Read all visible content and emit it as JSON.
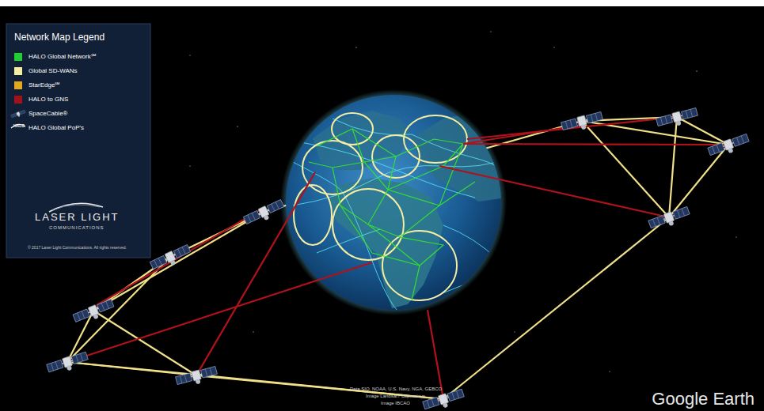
{
  "diagram": {
    "labels": [
      "Network Map Legend",
      "HALO",
      "LASER LIGHT",
      "COMMUNICATIONS",
      "© 2017 Laser Light Communications. All rights reserved.",
      "Data SIO, NOAA, U.S. Navy, NGA, GEBCO",
      "Image Landsat / Copernicus",
      "Image IBCAO",
      "Google Earth"
    ],
    "legend": [
      {
        "text": "HALO Global Network℠",
        "color": "#22cc33"
      },
      {
        "text": "Global SD-WANs",
        "color": "#f3eea2"
      },
      {
        "text": "StarEdge℠",
        "color": "#e2a91f"
      },
      {
        "text": "HALO to GNS",
        "color": "#a3111a"
      },
      {
        "text": "SpaceCable®"
      },
      {
        "text": "HALO Global PoP's"
      }
    ]
  }
}
